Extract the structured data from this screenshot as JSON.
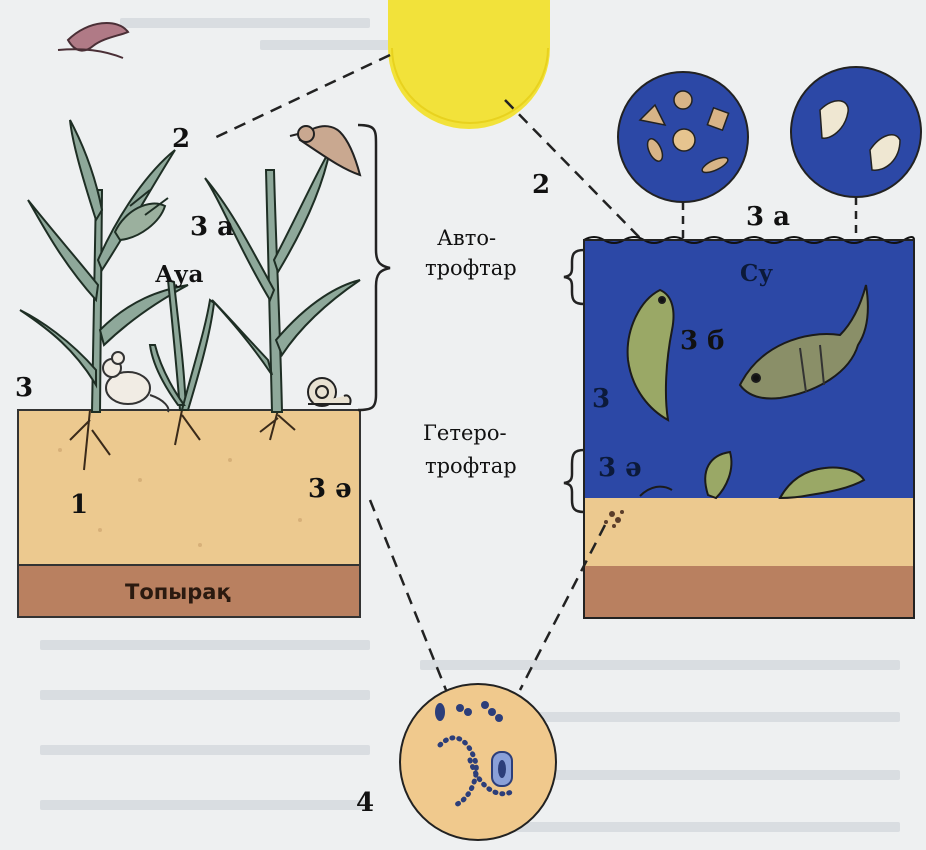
{
  "labels": {
    "n1": "1",
    "n2_left": "2",
    "n2_right": "2",
    "n3_left": "3",
    "n3_right": "3",
    "n3a_left": "3 а",
    "n3a_right": "3 а",
    "n3b": "3 б",
    "n3e_left": "3 ә",
    "n3e_right": "3 ә",
    "n4": "4",
    "air": "Ауа",
    "water": "Су",
    "soil": "Топырақ",
    "autotrophs_line1": "Авто-",
    "autotrophs_line2": "трофтар",
    "heterotrophs_line1": "Гетеро-",
    "heterotrophs_line2": "трофтар"
  },
  "colors": {
    "sun": "#f2e23a",
    "water": "#2c48a6",
    "soil": "#ecc98f",
    "soil_dark": "#b98060",
    "plant": "#6f8f7a",
    "micro_circle": "#f0c98d"
  }
}
